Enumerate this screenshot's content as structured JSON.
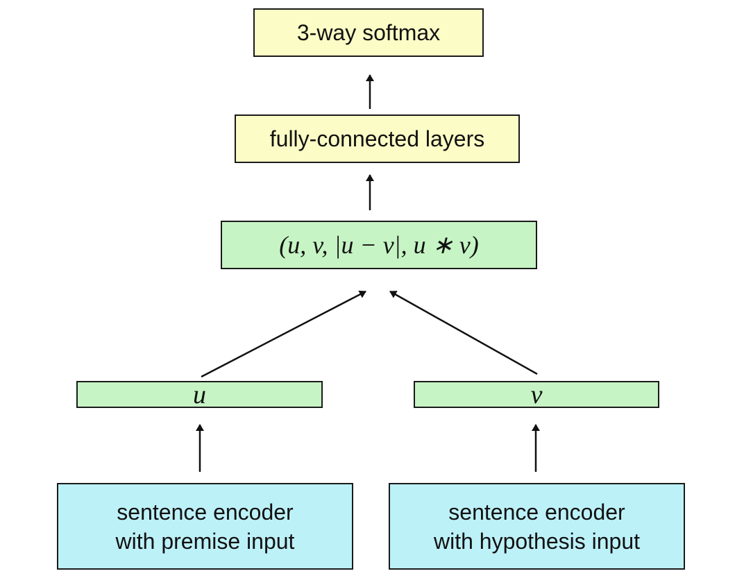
{
  "colors": {
    "yellow_fill": "#fcfcc6",
    "green_fill": "#c6f4c4",
    "cyan_fill": "#bdf1f8",
    "stroke": "#1a1a1a"
  },
  "nodes": {
    "softmax": "3-way softmax",
    "fully_connected": "fully-connected layers",
    "concat": "(u, v, |u − v|, u ∗ v)",
    "u_vector": "u",
    "v_vector": "v",
    "premise_encoder": {
      "line1": "sentence encoder",
      "line2": "with premise input"
    },
    "hypothesis_encoder": {
      "line1": "sentence encoder",
      "line2": "with hypothesis input"
    }
  },
  "edges": [
    {
      "from": "premise_encoder",
      "to": "u_vector"
    },
    {
      "from": "hypothesis_encoder",
      "to": "v_vector"
    },
    {
      "from": "u_vector",
      "to": "concat"
    },
    {
      "from": "v_vector",
      "to": "concat"
    },
    {
      "from": "concat",
      "to": "fully_connected"
    },
    {
      "from": "fully_connected",
      "to": "softmax"
    }
  ]
}
